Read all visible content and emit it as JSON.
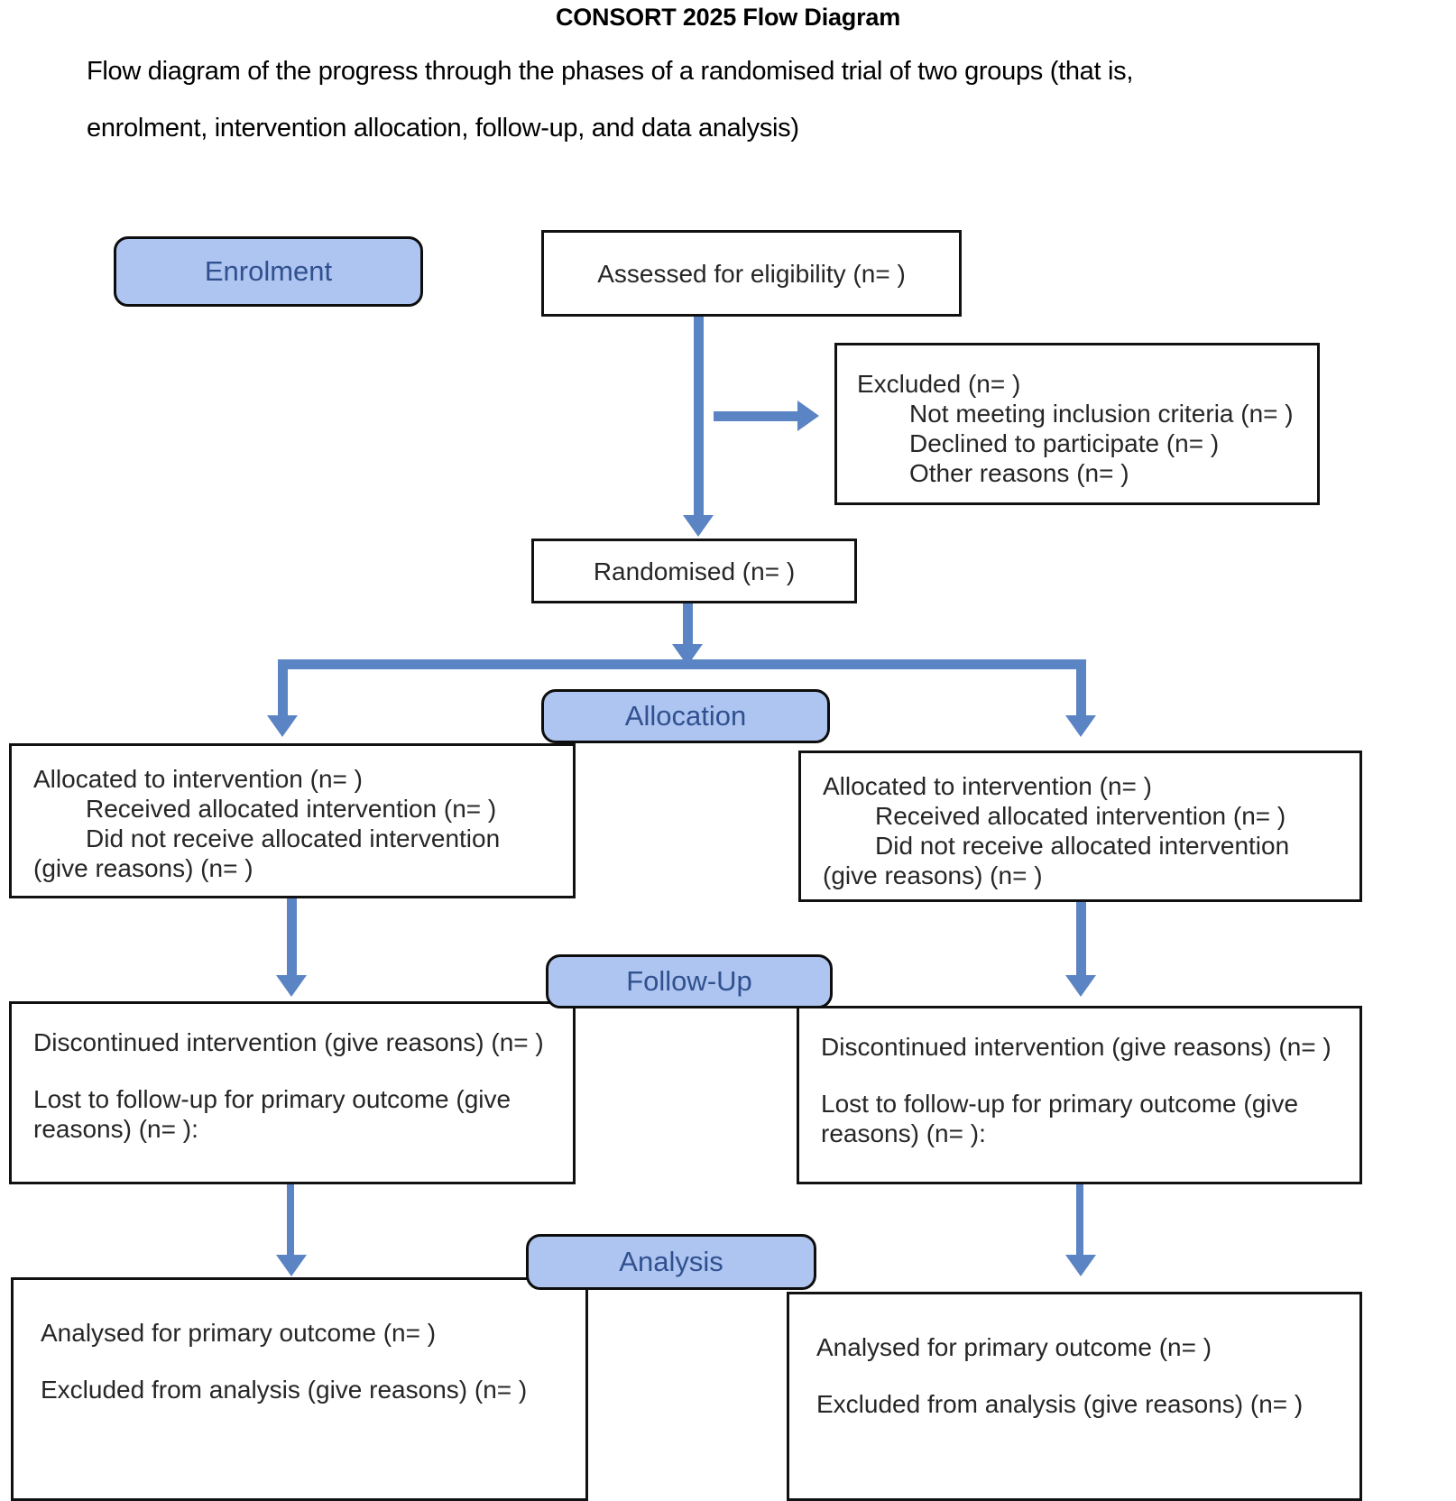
{
  "header": {
    "title": "CONSORT 2025 Flow Diagram",
    "subtitle_line1": "Flow diagram of the progress through the phases of a randomised trial of two groups (that is,",
    "subtitle_line2": "enrolment, intervention allocation, follow-up, and data analysis)"
  },
  "colors": {
    "badge_fill": "#adc5f0",
    "badge_text": "#31508f",
    "badge_border": "#0d0d0d",
    "connector": "#5b84c4",
    "box_border": "#111111",
    "box_text": "#262626",
    "background": "#ffffff"
  },
  "phases": {
    "enrolment": "Enrolment",
    "allocation": "Allocation",
    "followup": "Follow-Up",
    "analysis": "Analysis"
  },
  "enrolment": {
    "assessed": "Assessed for eligibility (n= )",
    "excluded": {
      "title": "Excluded (n= )",
      "reasons": [
        "Not meeting inclusion criteria (n= )",
        "Declined to participate (n= )",
        "Other reasons (n= )"
      ]
    },
    "randomised": "Randomised (n= )"
  },
  "allocation": {
    "left": {
      "title": "Allocated to intervention (n= )",
      "sub1": "Received allocated intervention (n= )",
      "sub2": "Did not receive allocated intervention",
      "sub3": "(give reasons) (n= )"
    },
    "right": {
      "title": "Allocated to intervention (n= )",
      "sub1": "Received allocated intervention (n= )",
      "sub2": "Did not receive allocated intervention",
      "sub3": "(give reasons) (n= )"
    }
  },
  "followup": {
    "left": {
      "line1": "Discontinued intervention (give reasons) (n= )",
      "line2": "Lost to follow-up for primary outcome (give",
      "line3": "reasons) (n= ):"
    },
    "right": {
      "line1": "Discontinued intervention (give reasons) (n= )",
      "line2": "Lost to follow-up for primary outcome (give",
      "line3": "reasons) (n= ):"
    }
  },
  "analysis": {
    "left": {
      "line1": "Analysed for primary outcome (n= )",
      "line2": "Excluded from analysis (give reasons) (n= )"
    },
    "right": {
      "line1": "Analysed for primary outcome (n= )",
      "line2": "Excluded from analysis (give reasons) (n= )"
    }
  }
}
